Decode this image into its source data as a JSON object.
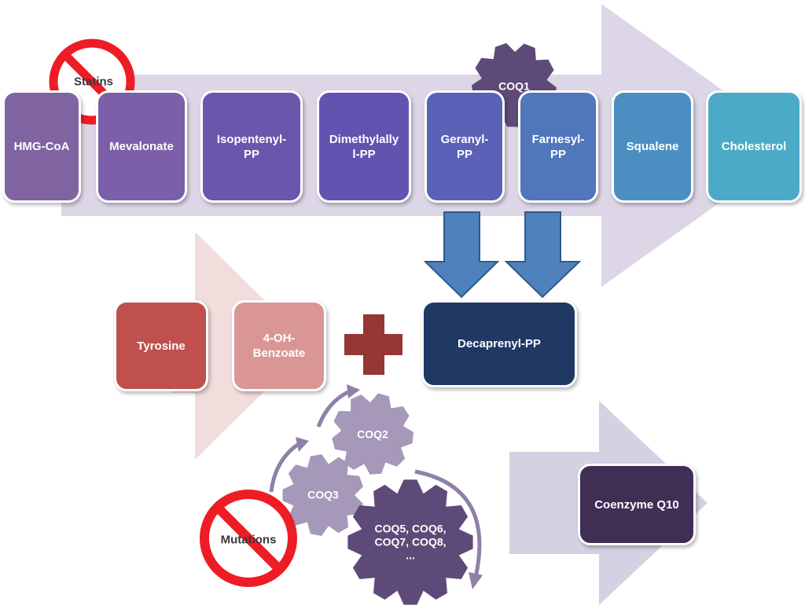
{
  "pathway": {
    "hmg_coa": "HMG-CoA",
    "mevalonate": "Mevalonate",
    "isopentenyl_pp": "Isopentenyl-\nPP",
    "dimethylallyl_pp": "Dimethylally\nl-PP",
    "geranyl_pp": "Geranyl-\nPP",
    "farnesyl_pp": "Farnesyl-\nPP",
    "squalene": "Squalene",
    "cholesterol": "Cholesterol"
  },
  "inhibitors": {
    "statins": "Statins",
    "mutations": "Mutations"
  },
  "enzymes": {
    "coq1": "COQ1",
    "coq2": "COQ2",
    "coq3": "COQ3",
    "coq_others": "COQ5, COQ6,\nCOQ7, COQ8,\n..."
  },
  "branch": {
    "tyrosine": "Tyrosine",
    "hydroxybenzoate": "4-OH-\nBenzoate",
    "decaprenyl_pp": "Decaprenyl-PP",
    "coenzyme_q10": "Coenzyme Q10"
  },
  "colors": {
    "main_arrow": "#dcd6e6",
    "tyrosine_arrow": "#f2dcdc",
    "product_arrow": "#d6d0e3",
    "down_arrow": "#4f81bd",
    "plus_sign": "#953735",
    "gear_large": "#5e4a78",
    "gear_light": "#a598b9",
    "ban_red": "#ee1c25"
  }
}
